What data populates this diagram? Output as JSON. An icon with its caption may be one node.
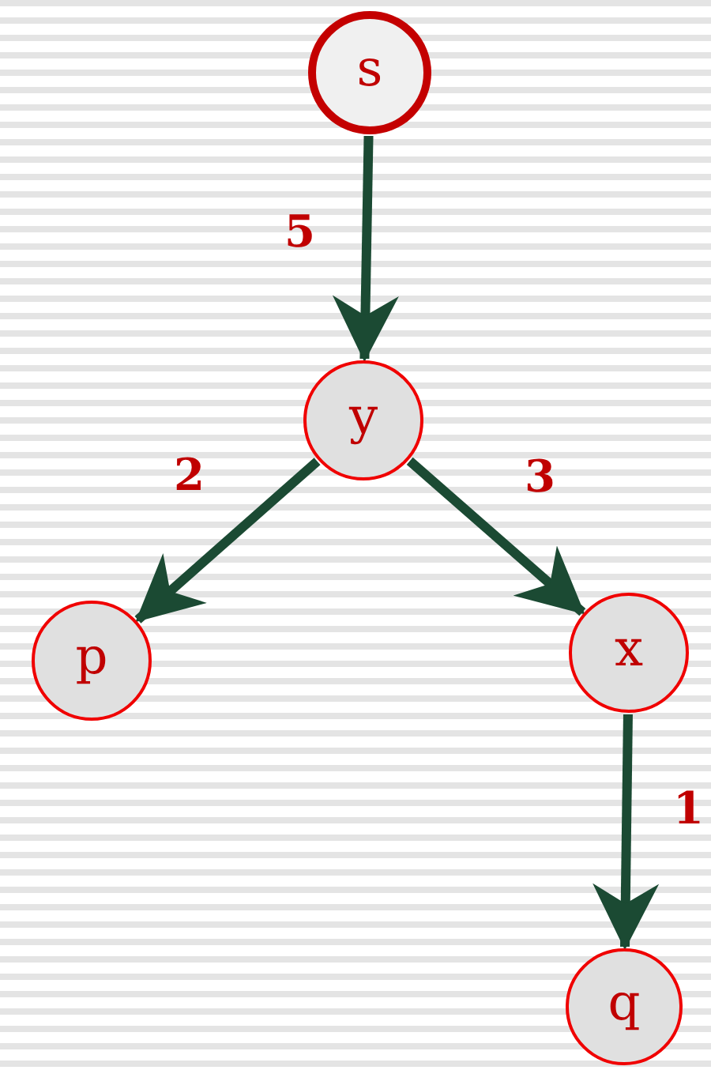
{
  "diagram": {
    "nodes": [
      {
        "text": [
          "s"
        ]
      },
      {
        "text": [
          "y"
        ]
      },
      {
        "text": [
          "p"
        ]
      },
      {
        "text": [
          "x"
        ]
      },
      {
        "text": [
          "q"
        ]
      }
    ],
    "edges": [
      {
        "from": 0,
        "to": 1,
        "arrow": "to",
        "label": "5"
      },
      {
        "from": 1,
        "to": 2,
        "arrow": "to",
        "label": "2"
      },
      {
        "from": 1,
        "to": 3,
        "arrow": "to",
        "label": "3"
      },
      {
        "from": 3,
        "to": 4,
        "arrow": "to",
        "label": "1"
      }
    ]
  }
}
